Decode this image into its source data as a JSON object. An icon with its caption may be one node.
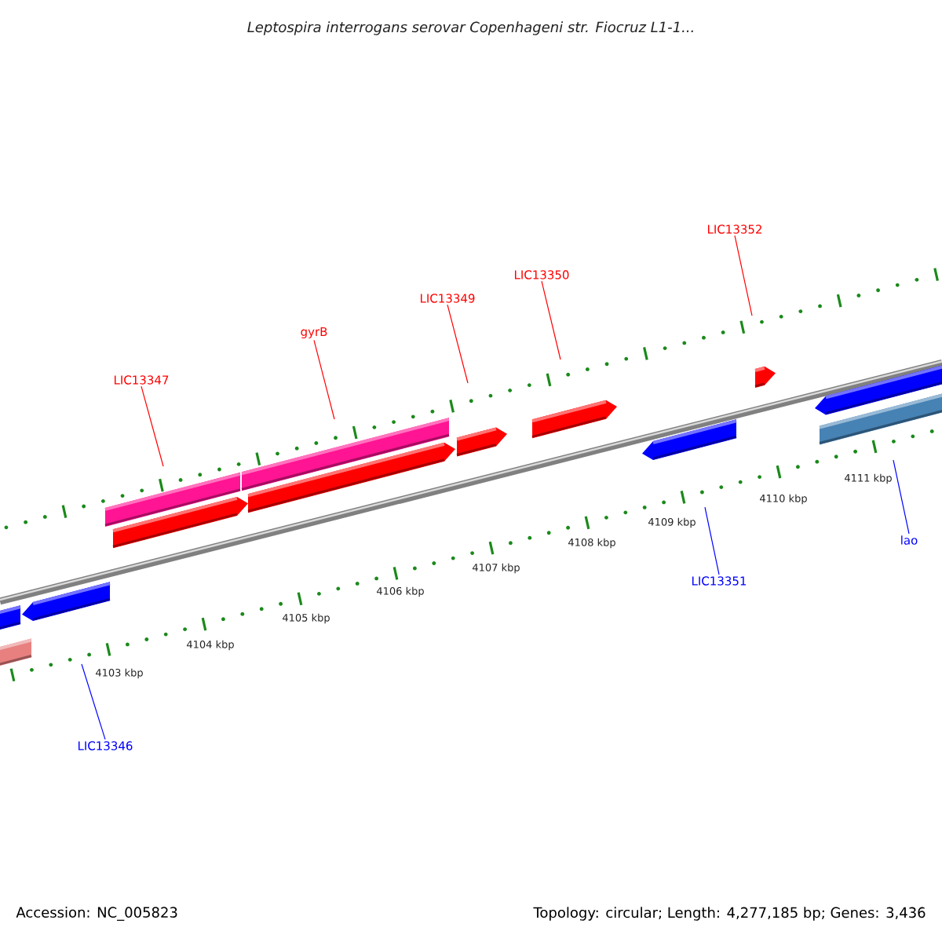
{
  "diagram": {
    "title": "Leptospira interrogans serovar Copenhageni str. Fiocruz L1-1...",
    "nodes": [
      {
        "text": [
          "LIC13347"
        ]
      },
      {
        "text": [
          "gyrB"
        ]
      },
      {
        "text": [
          "LIC13349"
        ]
      },
      {
        "text": [
          "LIC13350"
        ]
      },
      {
        "text": [
          "LIC13352"
        ]
      },
      {
        "text": [
          "LIC13346"
        ]
      },
      {
        "text": [
          "LIC13351"
        ]
      },
      {
        "text": [
          "lao"
        ]
      }
    ],
    "edges": [
      {
        "from": 0,
        "to": null,
        "arrow": "none"
      },
      {
        "from": 1,
        "to": null,
        "arrow": "none"
      },
      {
        "from": 2,
        "to": null,
        "arrow": "none"
      },
      {
        "from": 3,
        "to": null,
        "arrow": "none"
      },
      {
        "from": 4,
        "to": null,
        "arrow": "none"
      },
      {
        "from": 5,
        "to": null,
        "arrow": "none",
        "color": "#0000ff"
      },
      {
        "from": 6,
        "to": null,
        "arrow": "none",
        "color": "#0000ff"
      },
      {
        "from": 7,
        "to": null,
        "arrow": "none",
        "color": "#0000ff"
      }
    ],
    "labels": [
      "4103 kbp",
      "4104 kbp",
      "4105 kbp",
      "4106 kbp",
      "4107 kbp",
      "4108 kbp",
      "4109 kbp",
      "4110 kbp",
      "4111 kbp",
      "Accession: NC_005823",
      "Topology: circular; Length: 4,277,185 bp; Genes: 3,436"
    ]
  }
}
